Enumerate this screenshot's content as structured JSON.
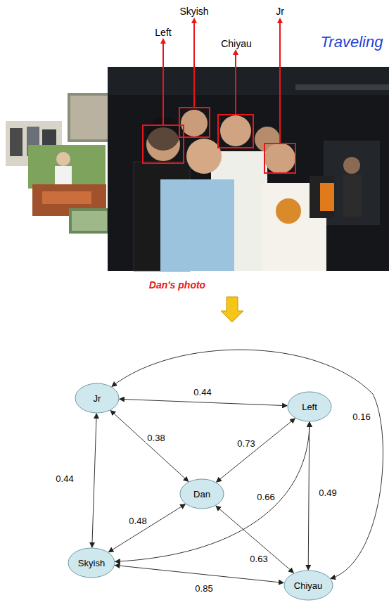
{
  "diagram": {
    "nodes": [
      {
        "text": [
          "Jr"
        ]
      },
      {
        "text": [
          "Left"
        ]
      },
      {
        "text": [
          "Dan"
        ]
      },
      {
        "text": [
          "Skyish"
        ]
      },
      {
        "text": [
          "Chiyau"
        ]
      }
    ],
    "edges": [
      {
        "from": 0,
        "to": 1,
        "arrow": "both",
        "label": "0.44"
      },
      {
        "from": 0,
        "to": 2,
        "arrow": "both",
        "label": "0.38"
      },
      {
        "from": 1,
        "to": 2,
        "arrow": "both",
        "label": "0.73"
      },
      {
        "from": 0,
        "to": 3,
        "arrow": "both",
        "label": "0.44"
      },
      {
        "from": 2,
        "to": 3,
        "arrow": "both",
        "label": "0.48"
      },
      {
        "from": 3,
        "to": 1,
        "arrow": "both",
        "label": "0.66"
      },
      {
        "from": 1,
        "to": 4,
        "arrow": "both",
        "label": "0.49"
      },
      {
        "from": 2,
        "to": 4,
        "arrow": "both",
        "label": "0.63"
      },
      {
        "from": 3,
        "to": 4,
        "arrow": "both",
        "label": "0.85"
      },
      {
        "from": 0,
        "to": 4,
        "arrow": "both",
        "label": "0.16"
      }
    ],
    "labels": [
      "Left",
      "Skyish",
      "Chiyau",
      "Jr",
      "Traveling",
      "Dan's photo"
    ]
  }
}
